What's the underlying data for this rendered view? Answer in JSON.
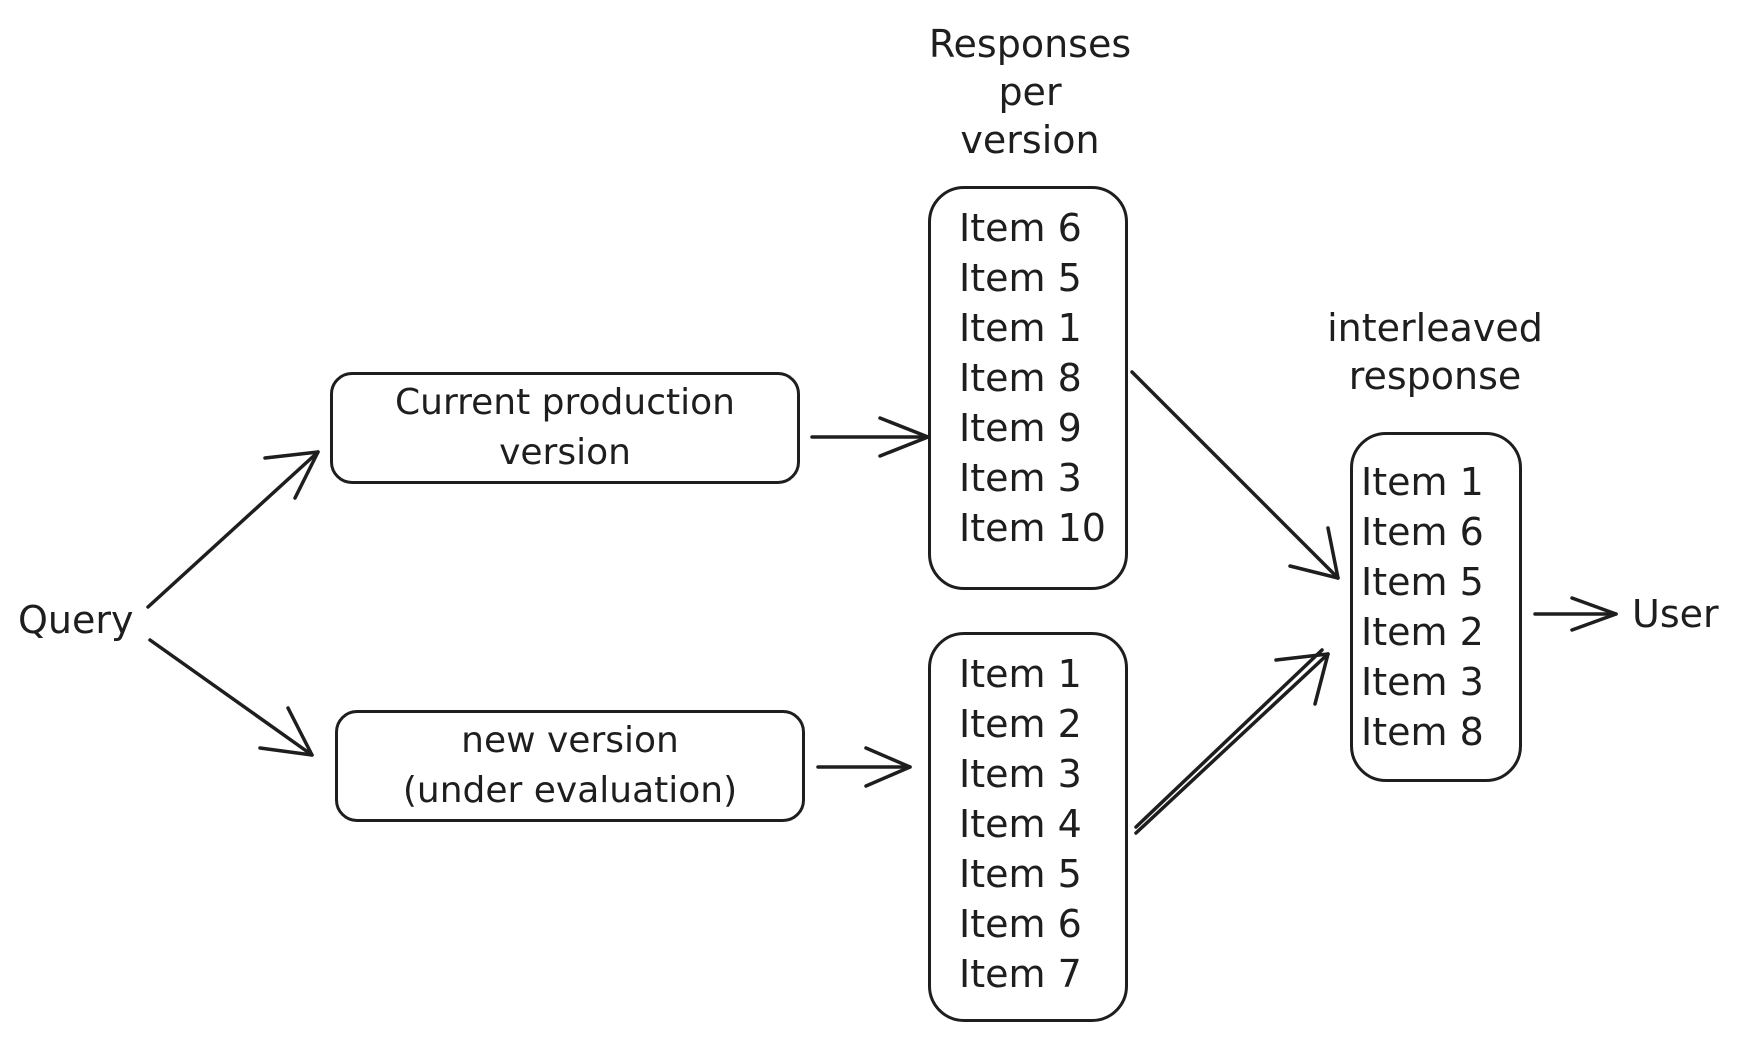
{
  "query": {
    "label": "Query"
  },
  "user": {
    "label": "User"
  },
  "versions": {
    "current": {
      "line1": "Current production",
      "line2": "version"
    },
    "new": {
      "line1": "new version",
      "line2": "(under evaluation)"
    }
  },
  "responses_header": {
    "line1": "Responses",
    "line2": "per",
    "line3": "version"
  },
  "interleaved_header": {
    "line1": "interleaved",
    "line2": "response"
  },
  "current_items": [
    "Item 6",
    "Item 5",
    "Item 1",
    "Item 8",
    "Item 9",
    "Item 3",
    "Item 10"
  ],
  "new_items": [
    "Item 1",
    "Item 2",
    "Item 3",
    "Item 4",
    "Item 5",
    "Item 6",
    "Item 7"
  ],
  "interleaved_items": [
    "Item 1",
    "Item 6",
    "Item 5",
    "Item 2",
    "Item 3",
    "Item 8"
  ],
  "colors": {
    "stroke": "#1e1e1e",
    "background": "#ffffff"
  }
}
